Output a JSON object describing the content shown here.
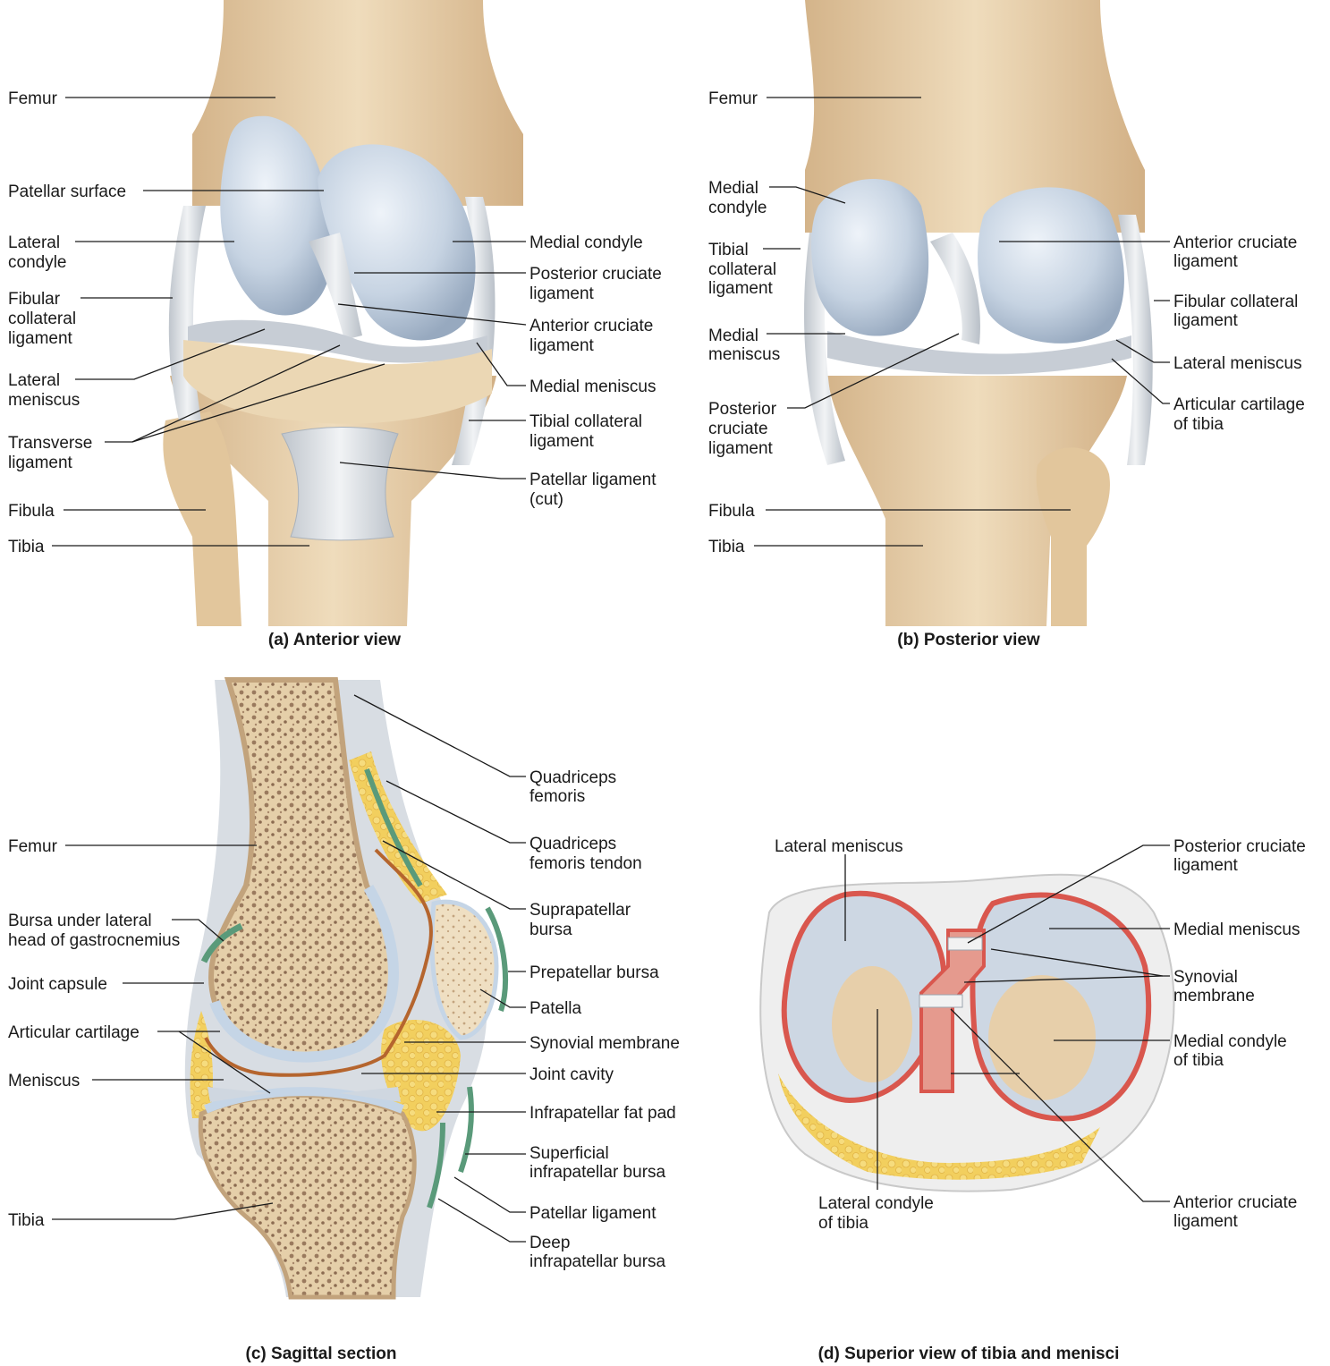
{
  "panels": {
    "a": {
      "caption": "(a)  Anterior view",
      "labels": {
        "femur": "Femur",
        "patellar_surface": "Patellar surface",
        "lateral_condyle": [
          "Lateral",
          "condyle"
        ],
        "fibular_collateral_ligament": [
          "Fibular",
          "collateral",
          "ligament"
        ],
        "lateral_meniscus": [
          "Lateral",
          "meniscus"
        ],
        "transverse_ligament": [
          "Transverse",
          "ligament"
        ],
        "fibula": "Fibula",
        "tibia": "Tibia",
        "medial_condyle": "Medial condyle",
        "posterior_cruciate_ligament": [
          "Posterior cruciate",
          "ligament"
        ],
        "anterior_cruciate_ligament": [
          "Anterior cruciate",
          "ligament"
        ],
        "medial_meniscus": "Medial meniscus",
        "tibial_collateral_ligament": [
          "Tibial collateral",
          "ligament"
        ],
        "patellar_ligament_cut": [
          "Patellar ligament",
          "(cut)"
        ]
      }
    },
    "b": {
      "caption": "(b)  Posterior view",
      "labels": {
        "femur": "Femur",
        "medial_condyle": [
          "Medial",
          "condyle"
        ],
        "tibial_collateral_ligament": [
          "Tibial",
          "collateral",
          "ligament"
        ],
        "medial_meniscus": [
          "Medial",
          "meniscus"
        ],
        "posterior_cruciate_ligament": [
          "Posterior",
          "cruciate",
          "ligament"
        ],
        "fibula": "Fibula",
        "tibia": "Tibia",
        "anterior_cruciate_ligament": [
          "Anterior cruciate",
          "ligament"
        ],
        "fibular_collateral_ligament": [
          "Fibular collateral",
          "ligament"
        ],
        "lateral_meniscus": "Lateral meniscus",
        "articular_cartilage_of_tibia": [
          "Articular cartilage",
          "of tibia"
        ]
      }
    },
    "c": {
      "caption": "(c)  Sagittal section",
      "labels": {
        "femur": "Femur",
        "bursa_under_lateral_head": [
          "Bursa under lateral",
          "head of gastrocnemius"
        ],
        "joint_capsule": "Joint capsule",
        "articular_cartilage": "Articular cartilage",
        "meniscus": "Meniscus",
        "tibia": "Tibia",
        "quadriceps_femoris": [
          "Quadriceps",
          "femoris"
        ],
        "quadriceps_femoris_tendon": [
          "Quadriceps",
          "femoris tendon"
        ],
        "suprapatellar_bursa": [
          "Suprapatellar",
          "bursa"
        ],
        "prepatellar_bursa": "Prepatellar bursa",
        "patella": "Patella",
        "synovial_membrane": "Synovial membrane",
        "joint_cavity": "Joint cavity",
        "infrapatellar_fat_pad": "Infrapatellar fat pad",
        "superficial_infrapatellar_bursa": [
          "Superficial",
          "infrapatellar bursa"
        ],
        "patellar_ligament": "Patellar ligament",
        "deep_infrapatellar_bursa": [
          "Deep",
          "infrapatellar bursa"
        ]
      }
    },
    "d": {
      "caption": "(d)  Superior view of tibia and menisci",
      "labels": {
        "lateral_meniscus": "Lateral meniscus",
        "lateral_condyle_of_tibia": [
          "Lateral condyle",
          "of tibia"
        ],
        "posterior_cruciate_ligament": [
          "Posterior cruciate",
          "ligament"
        ],
        "medial_meniscus": "Medial meniscus",
        "synovial_membrane": [
          "Synovial",
          "membrane"
        ],
        "medial_condyle_of_tibia": [
          "Medial condyle",
          "of tibia"
        ],
        "anterior_cruciate_ligament": [
          "Anterior cruciate",
          "ligament"
        ]
      }
    }
  },
  "colors": {
    "bone": "#e6cda6",
    "cartilage": "#bccbdc",
    "ligament": "#d9dde2",
    "synovial": "#d9574e",
    "fat": "#f2cf5e",
    "marrow": "#9a7a5e"
  }
}
